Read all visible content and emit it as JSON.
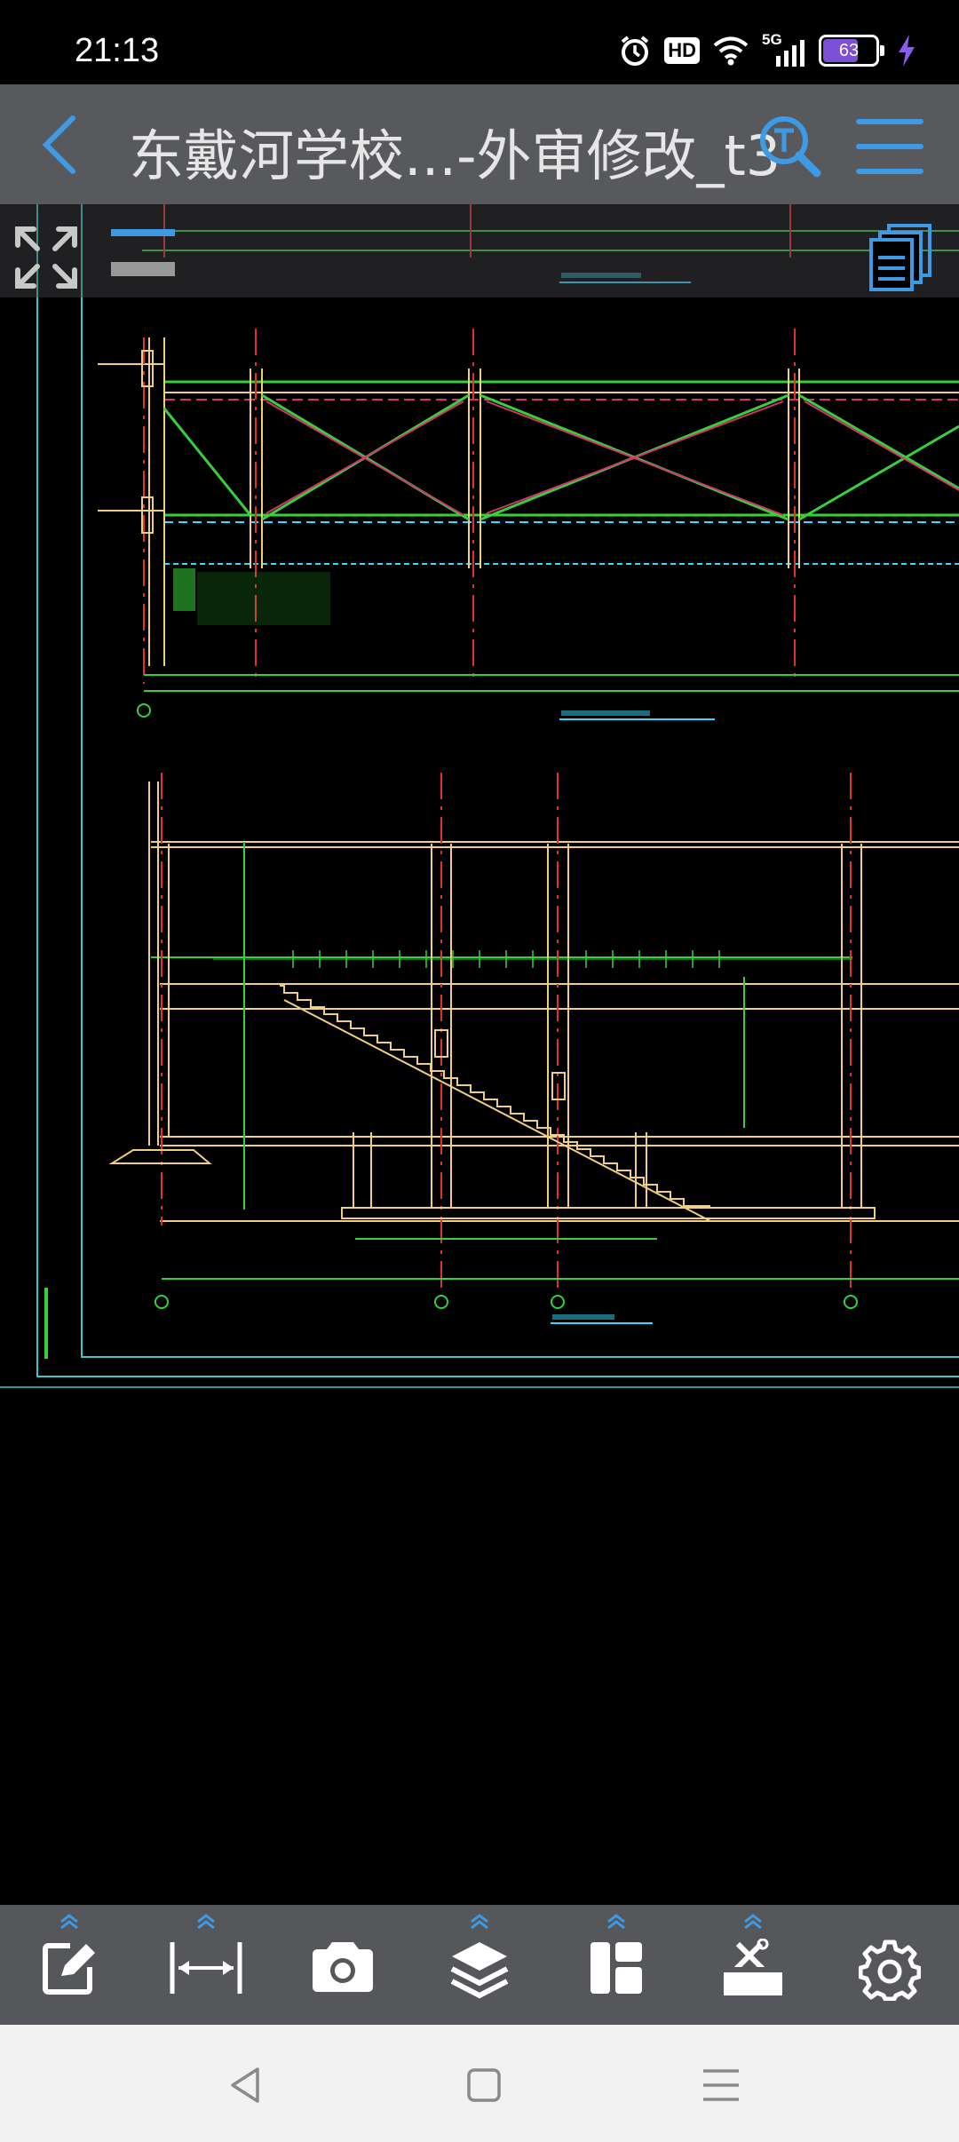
{
  "status_bar": {
    "time": "21:13",
    "battery_level": "63",
    "network_label": "5G",
    "hd_label": "HD",
    "icons": [
      "alarm-icon",
      "hd-icon",
      "wifi-icon",
      "signal-icon",
      "battery-icon",
      "charging-icon"
    ]
  },
  "header": {
    "title": "东戴河学校...-外审修改_t3",
    "icons": [
      "back-icon",
      "text-search-icon",
      "menu-icon"
    ]
  },
  "drawing": {
    "background": "#000000",
    "colors": {
      "frame": "#3ac8c8",
      "members": "#36d13a",
      "bracing": "#d6346e",
      "columns": "#f0d080",
      "axis": "#e03030",
      "text_cyan": "#38d8ff"
    },
    "icons": [
      "zoom-extents-icon",
      "layers-document-icon"
    ]
  },
  "toolbar": {
    "items": [
      {
        "name": "markup",
        "icon": "edit-icon",
        "has_expander": true
      },
      {
        "name": "measure",
        "icon": "measure-icon",
        "has_expander": true
      },
      {
        "name": "screenshot",
        "icon": "camera-icon",
        "has_expander": false
      },
      {
        "name": "layers",
        "icon": "layers-icon",
        "has_expander": true
      },
      {
        "name": "layout",
        "icon": "layout-icon",
        "has_expander": true
      },
      {
        "name": "tools",
        "icon": "toolbox-icon",
        "has_expander": true
      },
      {
        "name": "settings",
        "icon": "gear-icon",
        "has_expander": false
      }
    ],
    "accent": "#3f9ae6"
  },
  "nav": {
    "icons": [
      "nav-back-icon",
      "nav-home-icon",
      "nav-recents-icon"
    ]
  }
}
